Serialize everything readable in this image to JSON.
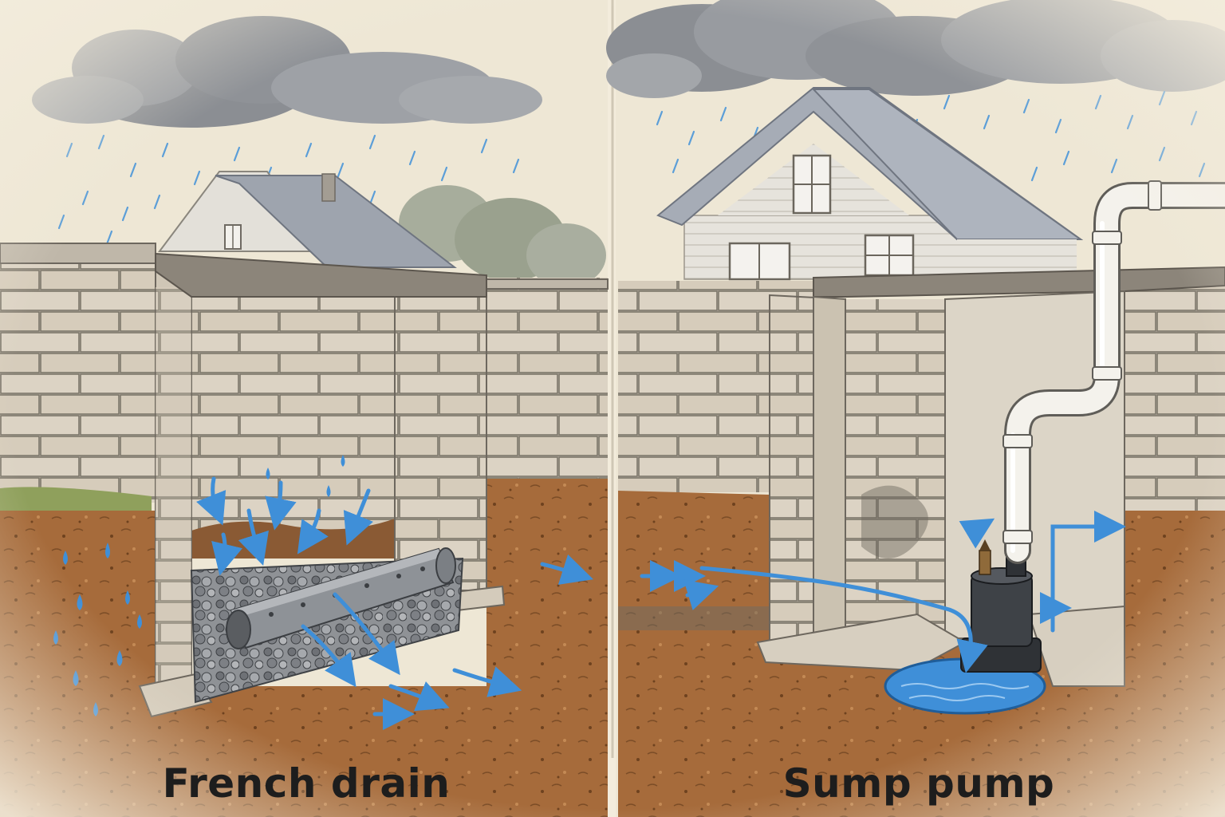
{
  "panels": {
    "left": {
      "caption": "French drain",
      "icon": "french-drain-illustration"
    },
    "right": {
      "caption": "Sump pump",
      "icon": "sump-pump-illustration"
    }
  },
  "colors": {
    "background": "#f3ecdc",
    "water": "#3f8fd8",
    "soil": "#a46a3a",
    "block": "#d9d0c2",
    "pipe": "#f4f2ec",
    "cloud": "#8a8c91",
    "caption_text": "#1d1d1d"
  }
}
